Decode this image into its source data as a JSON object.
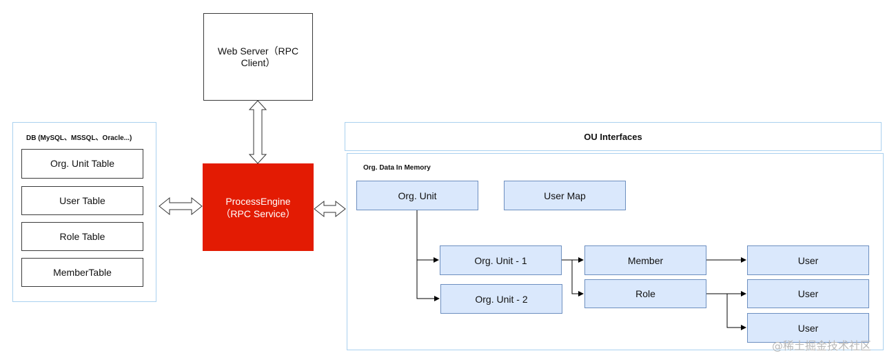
{
  "web_server": {
    "line1": "Web Server（RPC",
    "line2": "Client）"
  },
  "db": {
    "title": "DB (MySQL、MSSQL、Oracle...)",
    "tables": [
      "Org. Unit Table",
      "User Table",
      "Role Table",
      "MemberTable"
    ]
  },
  "engine": {
    "line1": "ProcessEngine",
    "line2": "（RPC Service）"
  },
  "ou": {
    "interfaces_title": "OU Interfaces",
    "memory_title": "Org. Data In Memory",
    "org_unit": "Org. Unit",
    "user_map": "User Map",
    "org_unit_1": "Org. Unit - 1",
    "org_unit_2": "Org. Unit - 2",
    "member": "Member",
    "role": "Role",
    "users": [
      "User",
      "User",
      "User"
    ]
  },
  "watermark": "@稀土掘金技术社区"
}
